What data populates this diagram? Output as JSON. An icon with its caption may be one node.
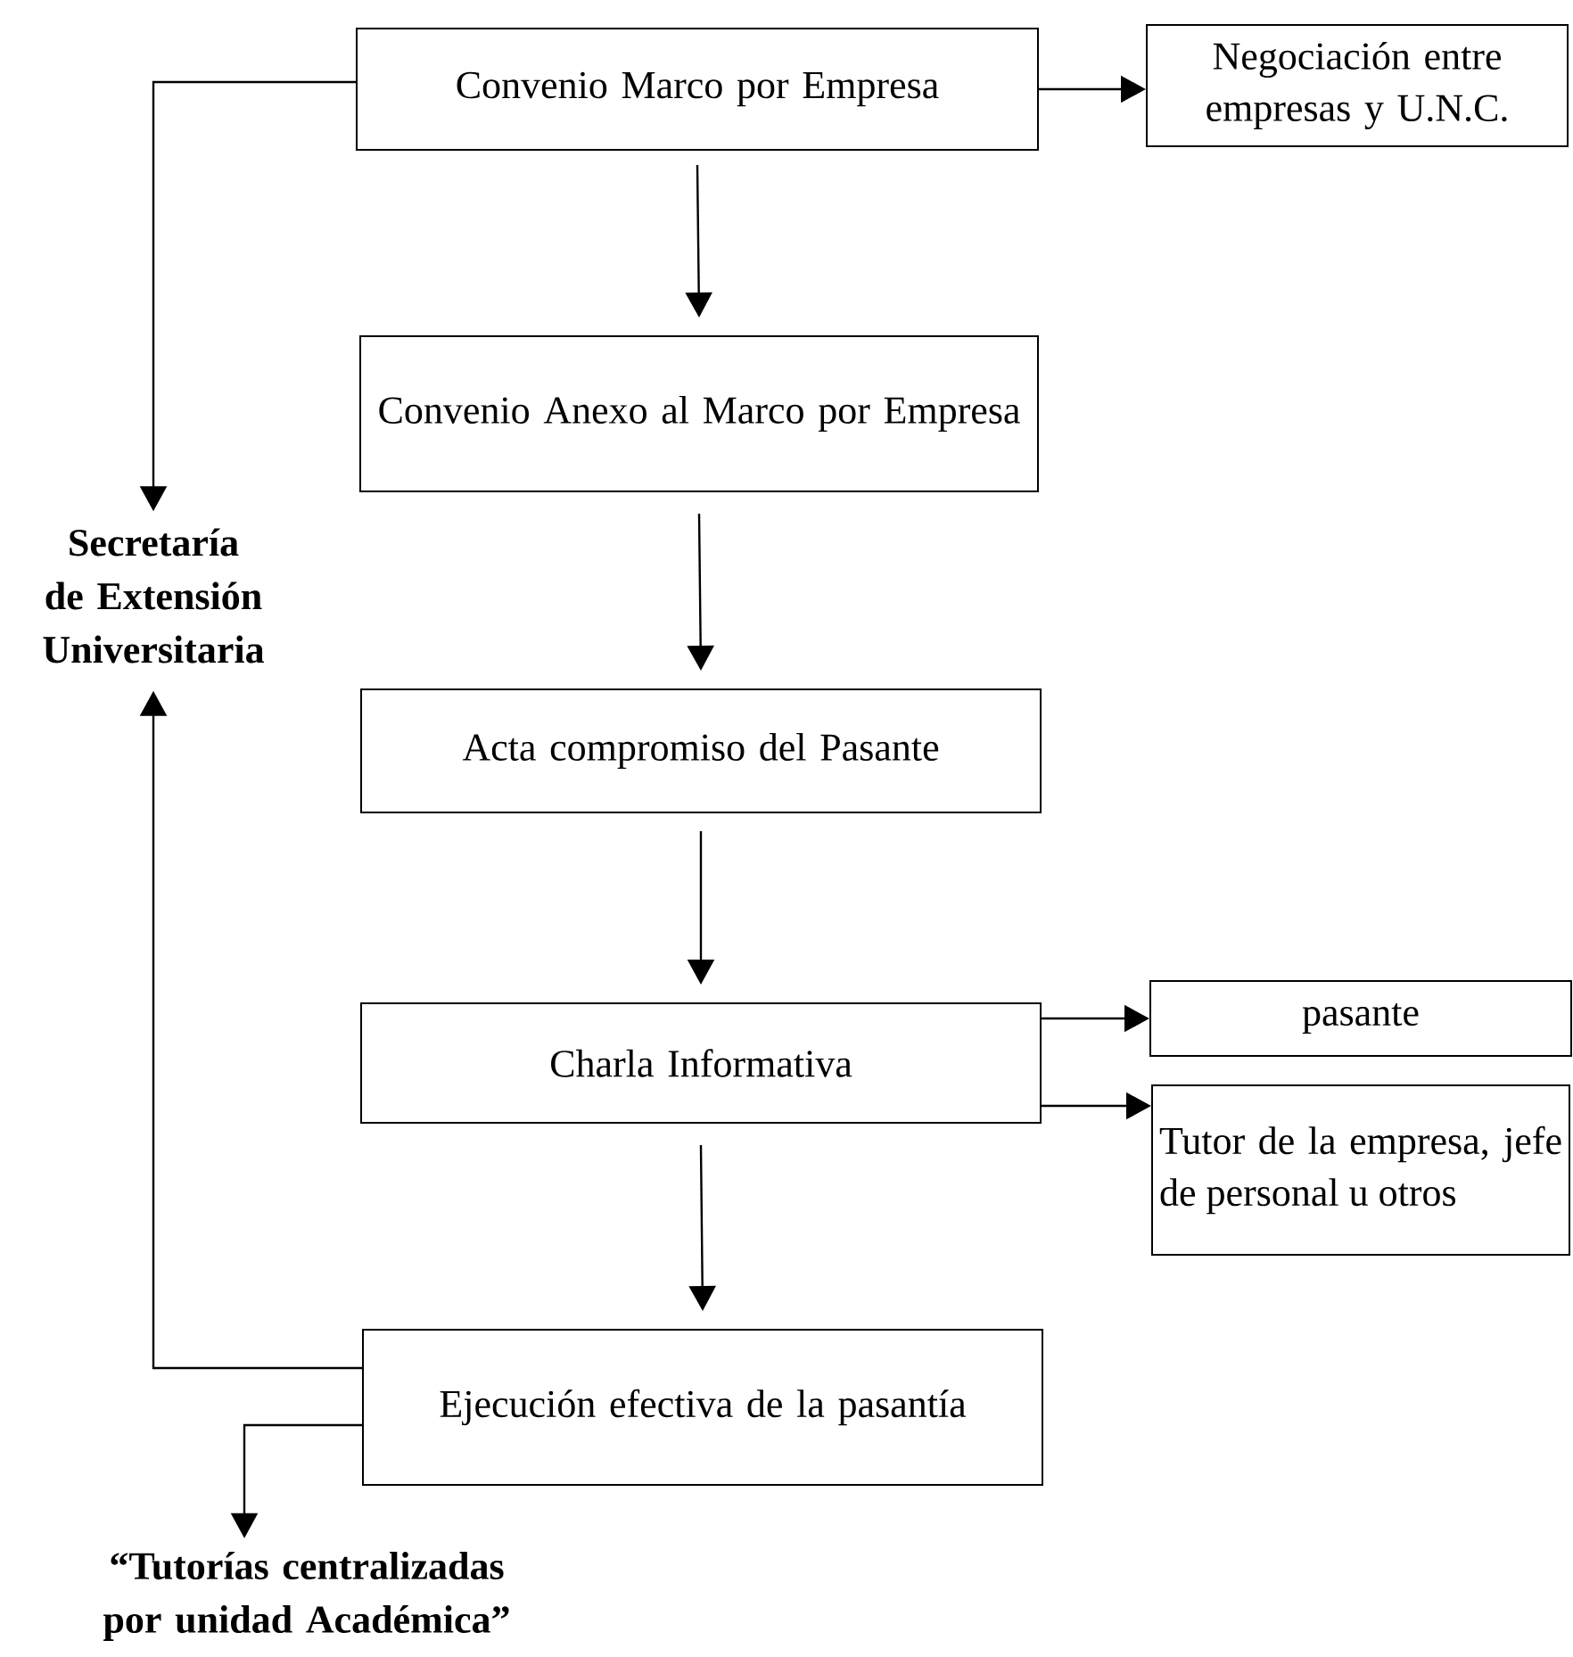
{
  "diagram": {
    "nodes": [
      {
        "text": [
          "Convenio Marco por Empresa"
        ]
      },
      {
        "text": [
          "Negociación entre empresas y U.N.C."
        ]
      },
      {
        "text": [
          "Convenio Anexo al Marco por Empresa"
        ]
      },
      {
        "text": [
          "Acta compromiso del Pasante"
        ]
      },
      {
        "text": [
          "Charla Informativa"
        ]
      },
      {
        "text": [
          "pasante"
        ]
      },
      {
        "text": [
          "Tutor de la empresa, jefe de personal u otros"
        ]
      },
      {
        "text": [
          "Ejecución efectiva de la pasantía"
        ]
      },
      {
        "text": [
          "Secretaría de Extensión Universitaria"
        ]
      },
      {
        "text": [
          "“Tutorías centralizadas por unidad Académica”"
        ]
      }
    ],
    "edges": [
      {
        "from": 0,
        "to": 1,
        "arrow": "to"
      },
      {
        "from": 0,
        "to": 2,
        "arrow": "to"
      },
      {
        "from": 0,
        "to": 8,
        "arrow": "to"
      },
      {
        "from": 2,
        "to": 3,
        "arrow": "to"
      },
      {
        "from": 3,
        "to": 4,
        "arrow": "to"
      },
      {
        "from": 4,
        "to": 5,
        "arrow": "to"
      },
      {
        "from": 4,
        "to": 6,
        "arrow": "to"
      },
      {
        "from": 4,
        "to": 7,
        "arrow": "to"
      },
      {
        "from": 7,
        "to": 8,
        "arrow": "to"
      },
      {
        "from": 7,
        "to": 9,
        "arrow": "to"
      }
    ]
  }
}
